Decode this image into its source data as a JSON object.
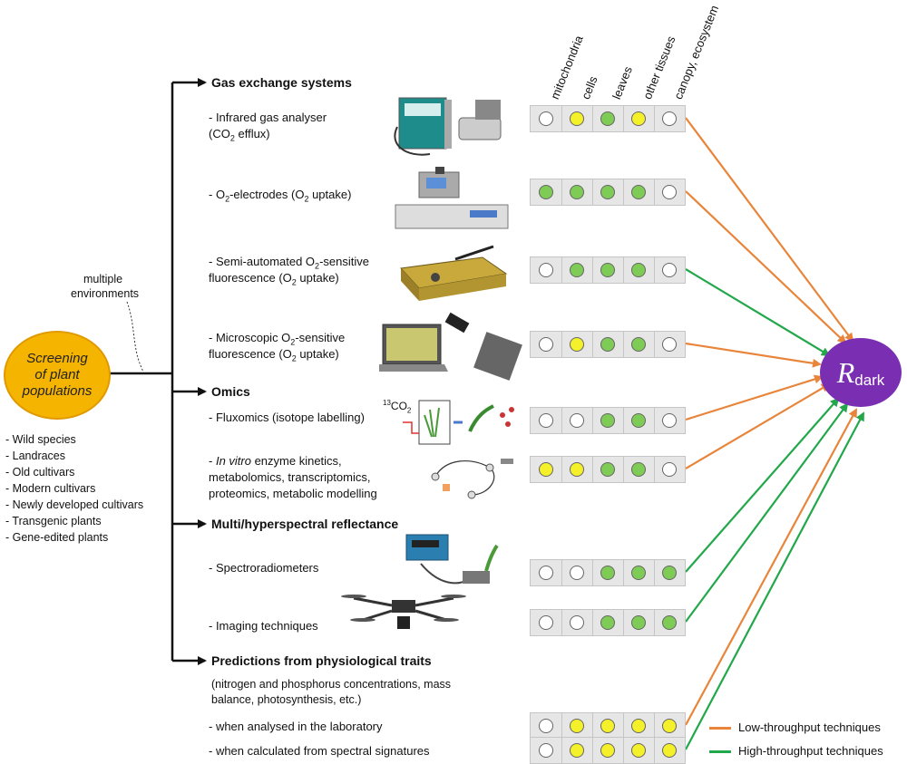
{
  "screening": {
    "line1": "Screening",
    "line2": "of plant",
    "line3": "populations"
  },
  "multiple_environments": {
    "line1": "multiple",
    "line2": "environments"
  },
  "species": [
    "- Wild species",
    "- Landraces",
    "- Old cultivars",
    "- Modern cultivars",
    "- Newly developed cultivars",
    "- Transgenic plants",
    "- Gene-edited plants"
  ],
  "columns": [
    "mitochondria",
    "cells",
    "leaves",
    "other tissues",
    "canopy, ecosystem"
  ],
  "headers": {
    "gas": "Gas exchange systems",
    "omics": "Omics",
    "spectral": "Multi/hyperspectral reflectance",
    "predictions": "Predictions from physiological traits"
  },
  "methods": {
    "irga": {
      "pre": "- Infrared gas analyser",
      "l2a": "(CO",
      "l2sub": "2",
      "l2b": " efflux)"
    },
    "o2e": {
      "a": "- O",
      "sub1": "2",
      "b": "-electrodes (O",
      "sub2": "2",
      "c": " uptake)"
    },
    "semi": {
      "a": "- Semi-automated O",
      "sub1": "2",
      "b": "-sensitive",
      "l2a": "fluorescence (O",
      "l2sub": "2",
      "l2b": " uptake)"
    },
    "micro": {
      "a": "- Microscopic O",
      "sub1": "2",
      "b": "-sensitive",
      "l2a": "fluorescence (O",
      "l2sub": "2",
      "l2b": " uptake)"
    },
    "flux": "- Fluxomics (isotope labelling)",
    "invitro": {
      "dash": "- ",
      "ital": "In vitro",
      "rest": " enzyme kinetics,",
      "l2": "metabolomics, transcriptomics,",
      "l3": "proteomics, metabolic modelling"
    },
    "spectro": "-  Spectroradiometers",
    "imaging": "-  Imaging techniques",
    "pred_note1": "(nitrogen and phosphorus concentrations, mass",
    "pred_note2": "balance, photosynthesis, etc.)",
    "lab": "- when analysed in the laboratory",
    "spec": "- when calculated from spectral signatures"
  },
  "co2_label": {
    "sup": "13",
    "main": "CO",
    "sub": "2"
  },
  "rdark": {
    "R": "R",
    "sub": "dark"
  },
  "legend": {
    "low": "Low-throughput techniques",
    "high": "High-throughput techniques"
  },
  "colors": {
    "low": "#e8853a",
    "high": "#22a84a",
    "green_dot": "#7ecb55",
    "yellow_dot": "#f4f02a",
    "white_dot": "#ffffff"
  },
  "rows": [
    {
      "name": "irga",
      "dots": [
        "white",
        "yellow",
        "green",
        "yellow",
        "white"
      ],
      "throughput": "low"
    },
    {
      "name": "o2-electrodes",
      "dots": [
        "green",
        "green",
        "green",
        "green",
        "white"
      ],
      "throughput": "low"
    },
    {
      "name": "semi-automated",
      "dots": [
        "white",
        "green",
        "green",
        "green",
        "white"
      ],
      "throughput": "high"
    },
    {
      "name": "microscopic",
      "dots": [
        "white",
        "yellow",
        "green",
        "green",
        "white"
      ],
      "throughput": "low"
    },
    {
      "name": "fluxomics",
      "dots": [
        "white",
        "white",
        "green",
        "green",
        "white"
      ],
      "throughput": "low"
    },
    {
      "name": "in-vitro",
      "dots": [
        "yellow",
        "yellow",
        "green",
        "green",
        "white"
      ],
      "throughput": "low"
    },
    {
      "name": "spectroradiometers",
      "dots": [
        "white",
        "white",
        "green",
        "green",
        "green"
      ],
      "throughput": "high"
    },
    {
      "name": "imaging",
      "dots": [
        "white",
        "white",
        "green",
        "green",
        "green"
      ],
      "throughput": "high"
    },
    {
      "name": "laboratory",
      "dots": [
        "white",
        "yellow",
        "yellow",
        "yellow",
        "yellow"
      ],
      "throughput": "low"
    },
    {
      "name": "spectral-signatures",
      "dots": [
        "white",
        "yellow",
        "yellow",
        "yellow",
        "yellow"
      ],
      "throughput": "high"
    }
  ]
}
